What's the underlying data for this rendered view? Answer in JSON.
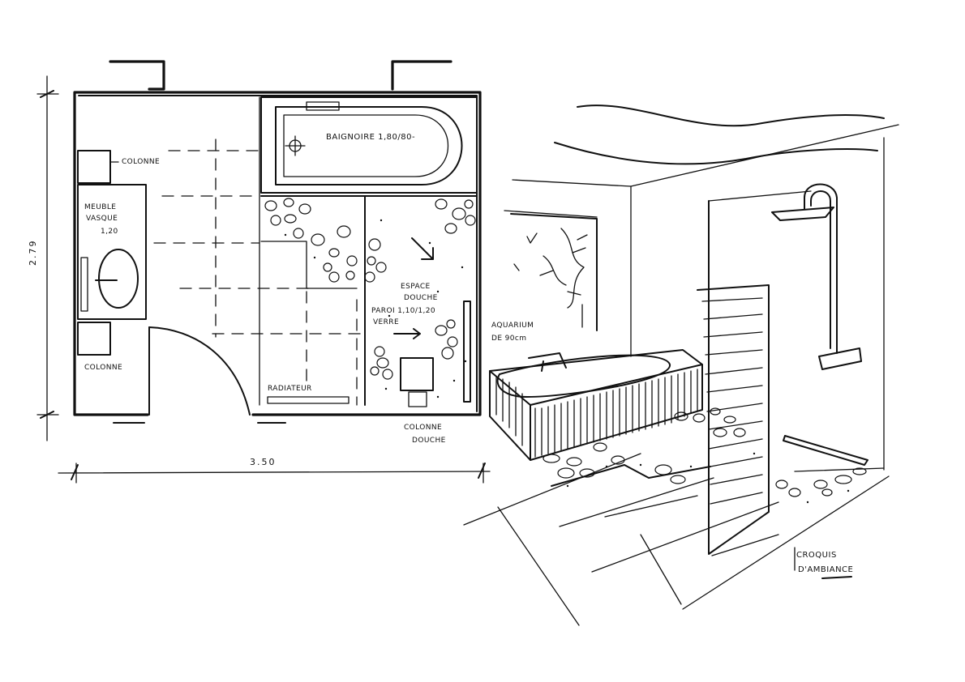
{
  "plan": {
    "labels": {
      "bathtub": "BAIGNOIRE 1,80/80-",
      "column_top": "COLONNE",
      "vanity_line1": "MEUBLE",
      "vanity_line2": "VASQUE",
      "vanity_line3": "1,20",
      "column_bottom": "COLONNE",
      "shower_line1": "ESPACE",
      "shower_line2": "DOUCHE",
      "glass_line1": "PAROI 1,10/1,20",
      "glass_line2": "VERRE",
      "radiator": "RADIATEUR",
      "shower_column_line1": "COLONNE",
      "shower_column_line2": "DOUCHE"
    },
    "dimensions": {
      "width": "3.50",
      "height": "2.79"
    }
  },
  "perspective": {
    "labels": {
      "aquarium_line1": "AQUARIUM",
      "aquarium_line2": "DE 90cm",
      "caption_line1": "CROQUIS",
      "caption_line2": "D'AMBIANCE"
    }
  }
}
